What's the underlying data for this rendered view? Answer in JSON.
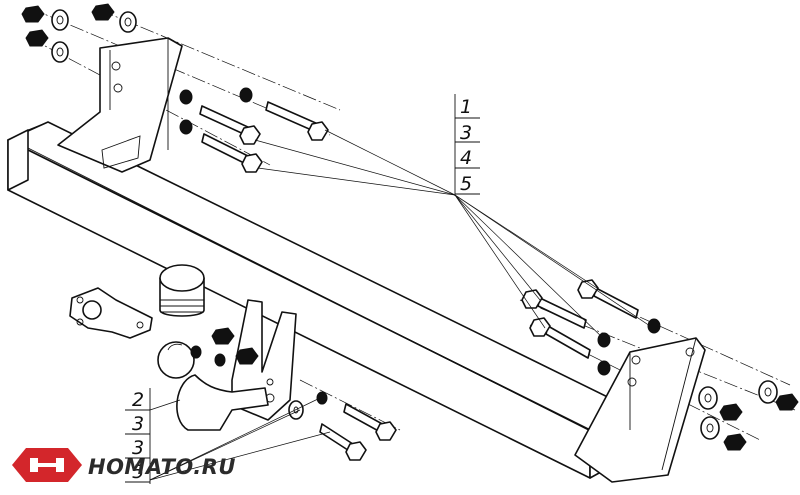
{
  "callouts_right": [
    "1",
    "3",
    "4",
    "5"
  ],
  "callouts_left": [
    "2",
    "3",
    "3",
    "5"
  ],
  "logo": {
    "text": "HOMATO.RU",
    "colors": {
      "red": "#d3262b",
      "dark": "#2b2b2b"
    }
  }
}
